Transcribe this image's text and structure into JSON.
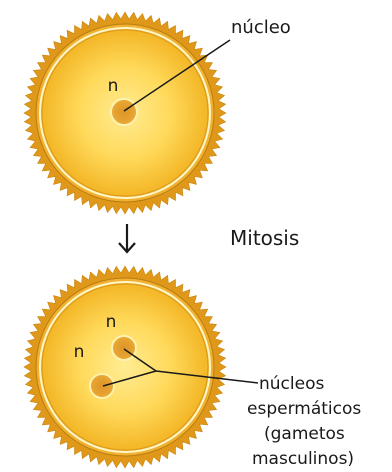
{
  "labels": {
    "nucleus": "núcleo",
    "n": "n",
    "process": "Mitosis",
    "result_line1": "núcleos",
    "result_line2": "espermáticos",
    "result_line3": "(gametos",
    "result_line4": "masculinos)"
  },
  "colors": {
    "spiky_wall": "#e0981a",
    "wall_ring": "#c98a14",
    "cytoplasm_center": "#ffe98a",
    "cytoplasm_edge": "#f2b21e",
    "nucleus_fill": "#e5a12a",
    "nucleus_edge": "#fff2b0",
    "ink": "#1a1a1a"
  },
  "icons": {
    "arrow": "down-arrow-icon"
  }
}
